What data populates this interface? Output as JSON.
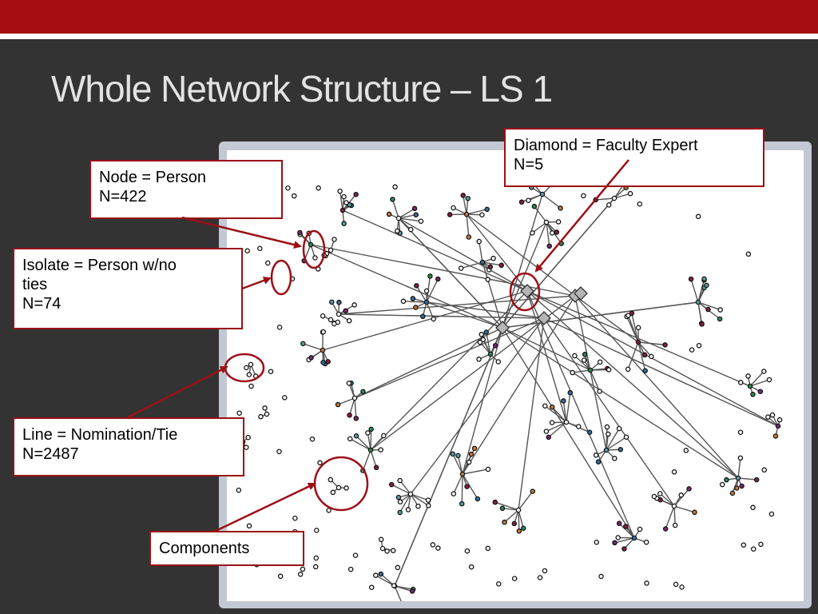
{
  "slide": {
    "title": "Whole Network Structure – LS 1"
  },
  "callouts": {
    "diamond": {
      "line1": "Diamond = Faculty Expert",
      "line2": "N=5"
    },
    "node": {
      "line1": "Node = Person",
      "line2": "N=422"
    },
    "isolate": {
      "line1": "Isolate = Person w/no",
      "line2": "ties",
      "line3": "N=74"
    },
    "line": {
      "line1": "Line = Nomination/Tie",
      "line2": "N=2487"
    },
    "components": {
      "line1": "Components"
    }
  },
  "colors": {
    "header": "#a50d12",
    "background": "#333333",
    "accent": "#9b1016",
    "edge": "#555555"
  }
}
